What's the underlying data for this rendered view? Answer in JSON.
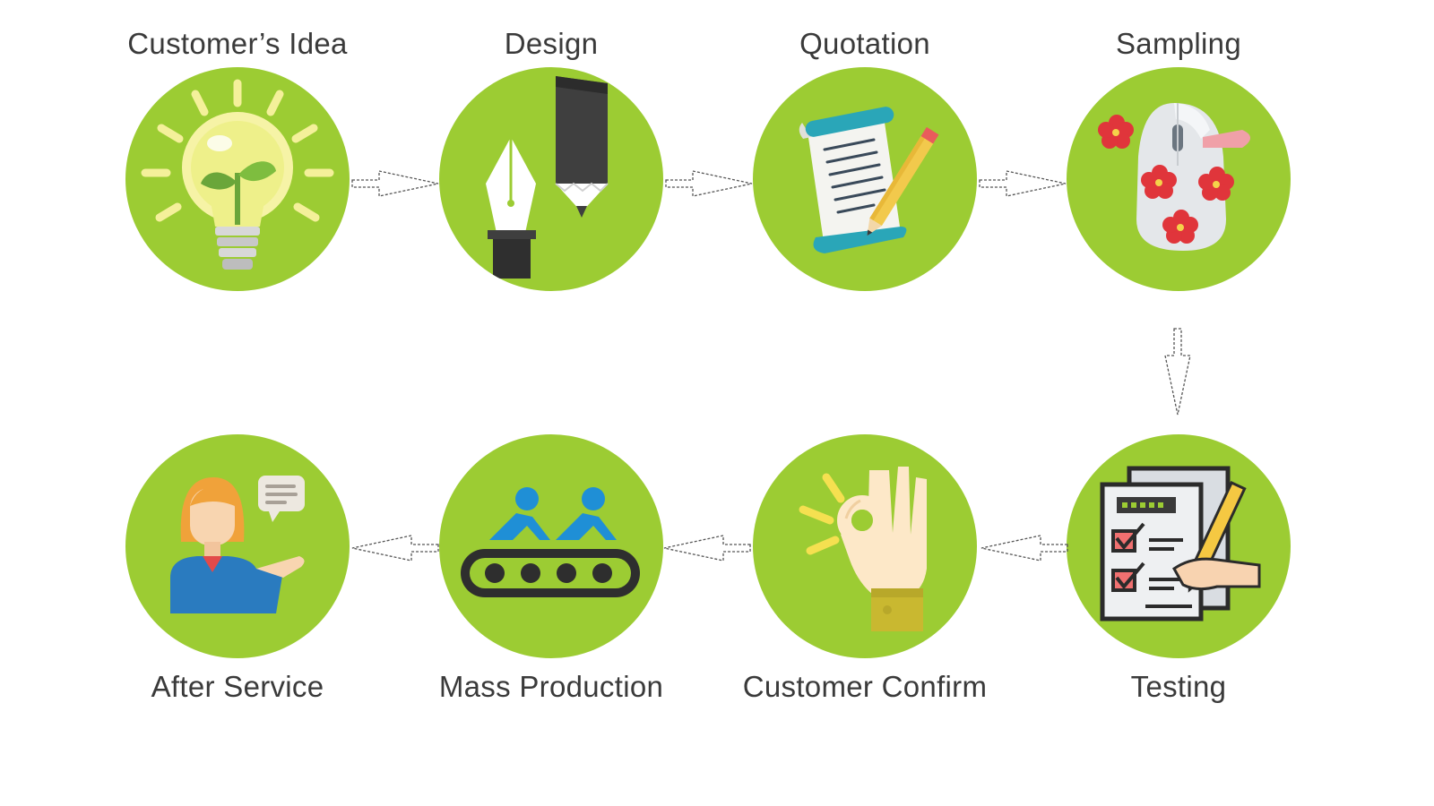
{
  "steps": [
    {
      "label": "Customer’s Idea",
      "icon": "lightbulb-plant-icon"
    },
    {
      "label": "Design",
      "icon": "pen-pencil-icon"
    },
    {
      "label": "Quotation",
      "icon": "scroll-pencil-icon"
    },
    {
      "label": "Sampling",
      "icon": "floral-mouse-icon"
    },
    {
      "label": "Testing",
      "icon": "checklist-signing-icon"
    },
    {
      "label": "Customer Confirm",
      "icon": "ok-hand-icon"
    },
    {
      "label": "Mass Production",
      "icon": "conveyor-workers-icon"
    },
    {
      "label": "After Service",
      "icon": "support-agent-icon"
    }
  ],
  "colors": {
    "circle": "#9ccc33",
    "label": "#3a3a3a",
    "arrow": "#555555"
  }
}
